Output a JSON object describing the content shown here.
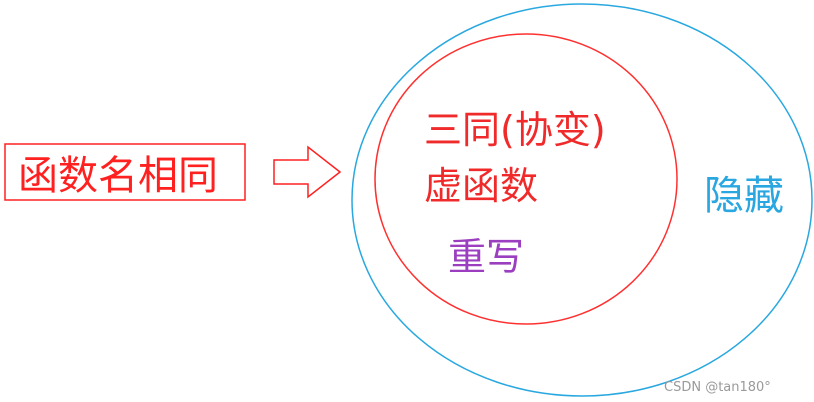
{
  "diagram": {
    "source_label": "函数名相同",
    "inner_circle": {
      "line1": "三同(协变)",
      "line2": "虚函数",
      "line3": "重写"
    },
    "outer_circle_label": "隐藏",
    "watermark": "CSDN @tan180°"
  },
  "colors": {
    "red": "#ff2020",
    "inner_circle_stroke": "#ff3030",
    "outer_circle_stroke": "#29a8e0",
    "purple": "#9b3fc0",
    "arrow": "#ff2020"
  }
}
